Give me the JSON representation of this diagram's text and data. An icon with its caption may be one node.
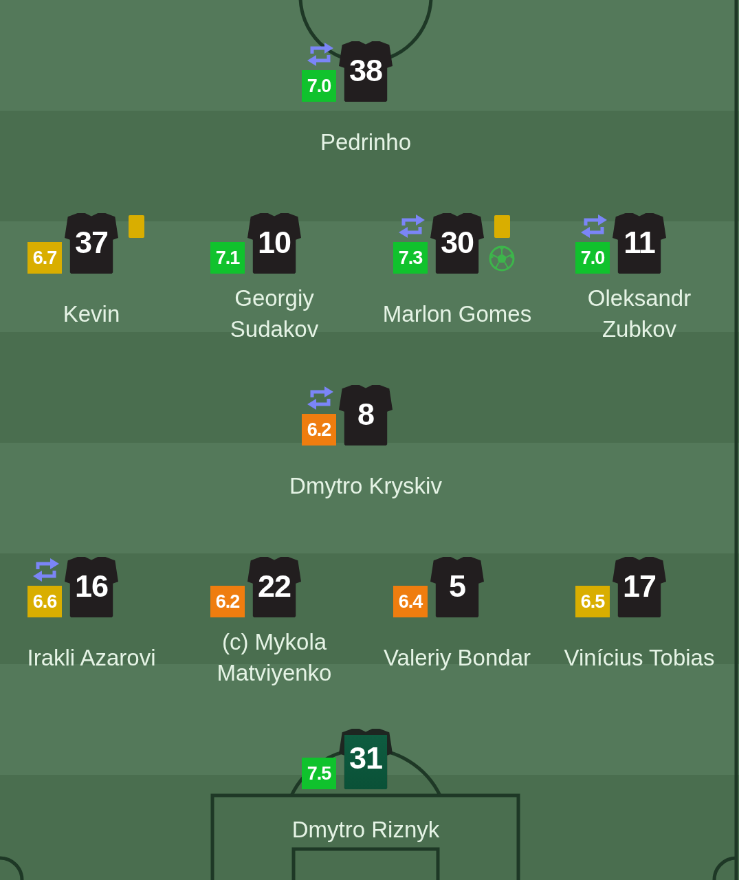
{
  "diagram": {
    "nodes": [
      {
        "text": [
          "7.0"
        ]
      },
      {
        "text": [
          "38"
        ],
        "beside": [
          "Pedrinho"
        ]
      },
      {
        "text": [
          "6.7"
        ]
      },
      {
        "text": [
          "37"
        ],
        "beside": [
          "Kevin"
        ]
      },
      {
        "text": [
          "7.1"
        ]
      },
      {
        "text": [
          "10"
        ],
        "beside": [
          "Georgiy Sudakov"
        ]
      },
      {
        "text": [
          "7.3"
        ]
      },
      {
        "text": [
          "30"
        ],
        "beside": [
          "Marlon Gomes"
        ]
      },
      {
        "text": [
          "7.0"
        ]
      },
      {
        "text": [
          "11"
        ],
        "beside": [
          "Oleksandr Zubkov"
        ]
      },
      {
        "text": [
          "6.2"
        ]
      },
      {
        "text": [
          "8"
        ],
        "beside": [
          "Dmytro Kryskiv"
        ]
      },
      {
        "text": [
          "6.6"
        ]
      },
      {
        "text": [
          "16"
        ],
        "beside": [
          "Irakli Azarovi"
        ]
      },
      {
        "text": [
          "6.2"
        ]
      },
      {
        "text": [
          "22"
        ],
        "beside": [
          "(c) Mykola Matviyenko"
        ]
      },
      {
        "text": [
          "6.4"
        ]
      },
      {
        "text": [
          "5"
        ],
        "beside": [
          "Valeriy Bondar"
        ]
      },
      {
        "text": [
          "6.5"
        ]
      },
      {
        "text": [
          "17"
        ],
        "beside": [
          "Vinícius Tobias"
        ]
      },
      {
        "text": [
          "7.5"
        ]
      },
      {
        "text": [
          "31"
        ],
        "beside": [
          "Dmytro Riznyk"
        ]
      }
    ]
  }
}
